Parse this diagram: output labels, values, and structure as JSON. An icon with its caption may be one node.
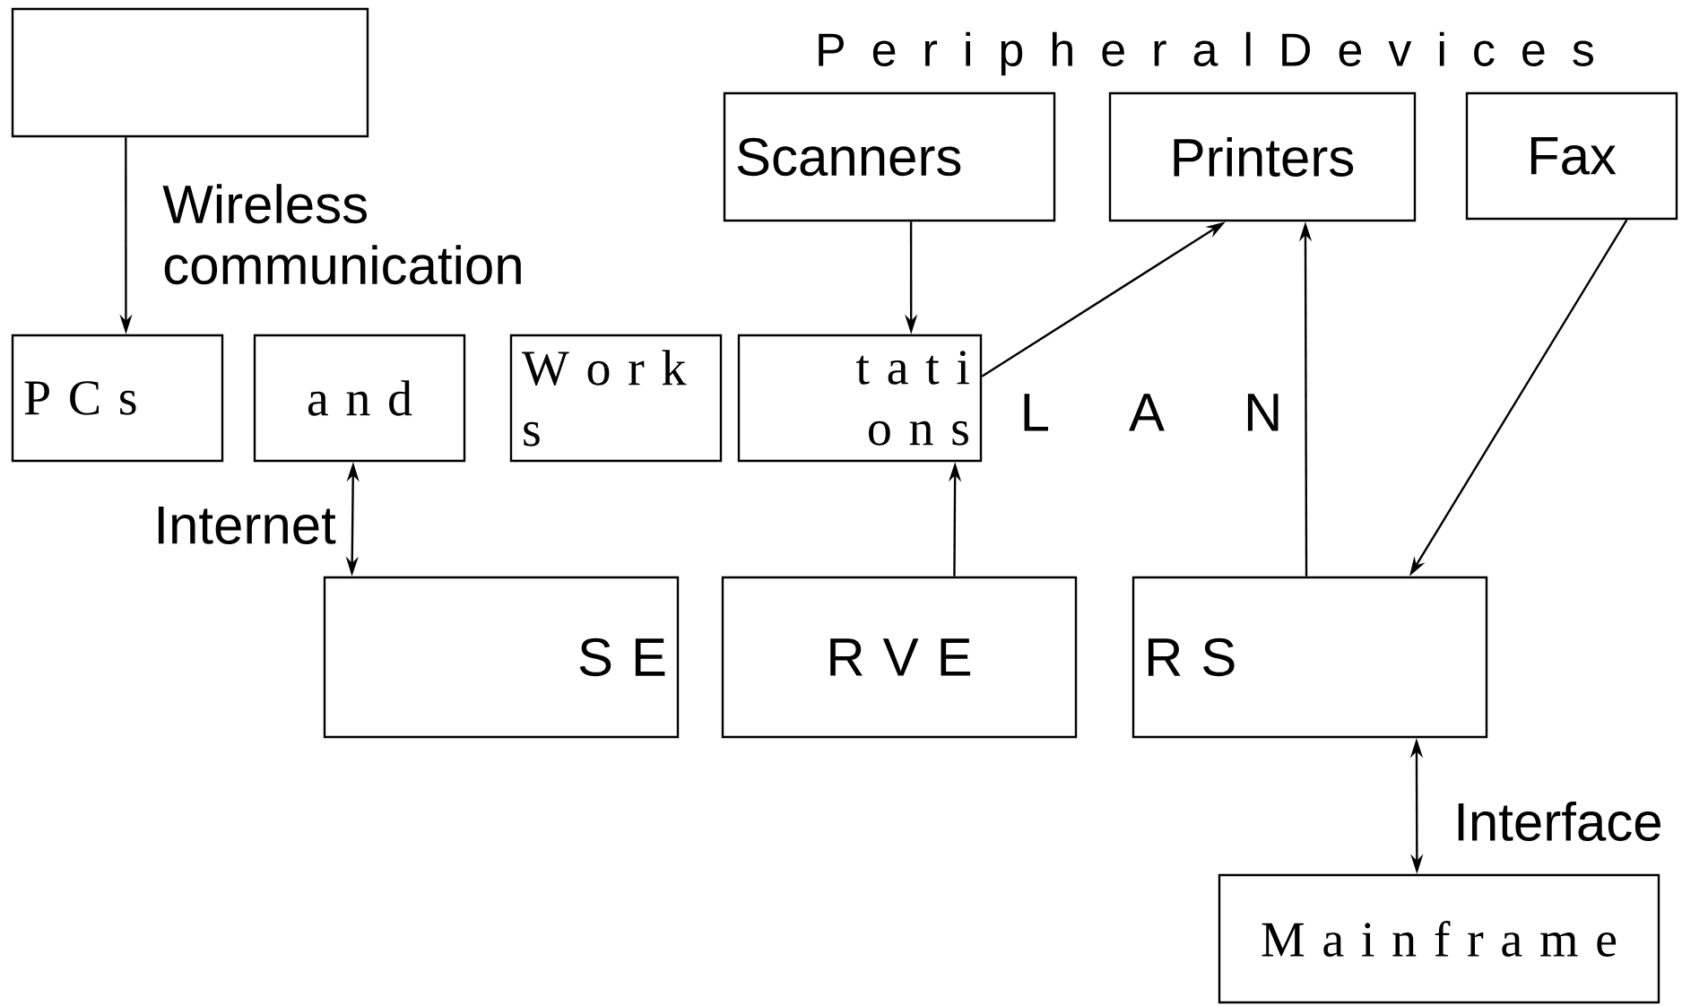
{
  "diagram": {
    "nodes": [
      {
        "text": [],
        "shape": "box"
      },
      {
        "text": [
          "P C s"
        ]
      },
      {
        "text": [
          "a n d"
        ]
      },
      {
        "text": [
          "W o r k s"
        ]
      },
      {
        "text": [
          "t a t i o n s"
        ]
      },
      {
        "text": [
          "Scanners"
        ]
      },
      {
        "text": [
          "Printers"
        ]
      },
      {
        "text": [
          "Fax"
        ]
      },
      {
        "text": [
          "S E"
        ]
      },
      {
        "text": [
          "R V E"
        ]
      },
      {
        "text": [
          "R S"
        ]
      },
      {
        "text": [
          "M a i n f r a m e"
        ]
      }
    ],
    "edges": [
      {
        "from": 0,
        "to": 1,
        "arrow": "to",
        "label": "Wireless communication"
      },
      {
        "from": 2,
        "to": 8,
        "arrow": "both",
        "label": "Internet"
      },
      {
        "from": 5,
        "to": 4,
        "arrow": "to"
      },
      {
        "from": 4,
        "to": 6,
        "arrow": "to"
      },
      {
        "from": 9,
        "to": 4,
        "arrow": "to"
      },
      {
        "from": 10,
        "to": 6,
        "arrow": "to"
      },
      {
        "from": 7,
        "to": 10,
        "arrow": "to"
      },
      {
        "from": 10,
        "to": 11,
        "arrow": "both",
        "label": "Interface"
      }
    ],
    "labels": [
      "P e r i p h e r a l D e v i c e s",
      "L A N"
    ]
  }
}
